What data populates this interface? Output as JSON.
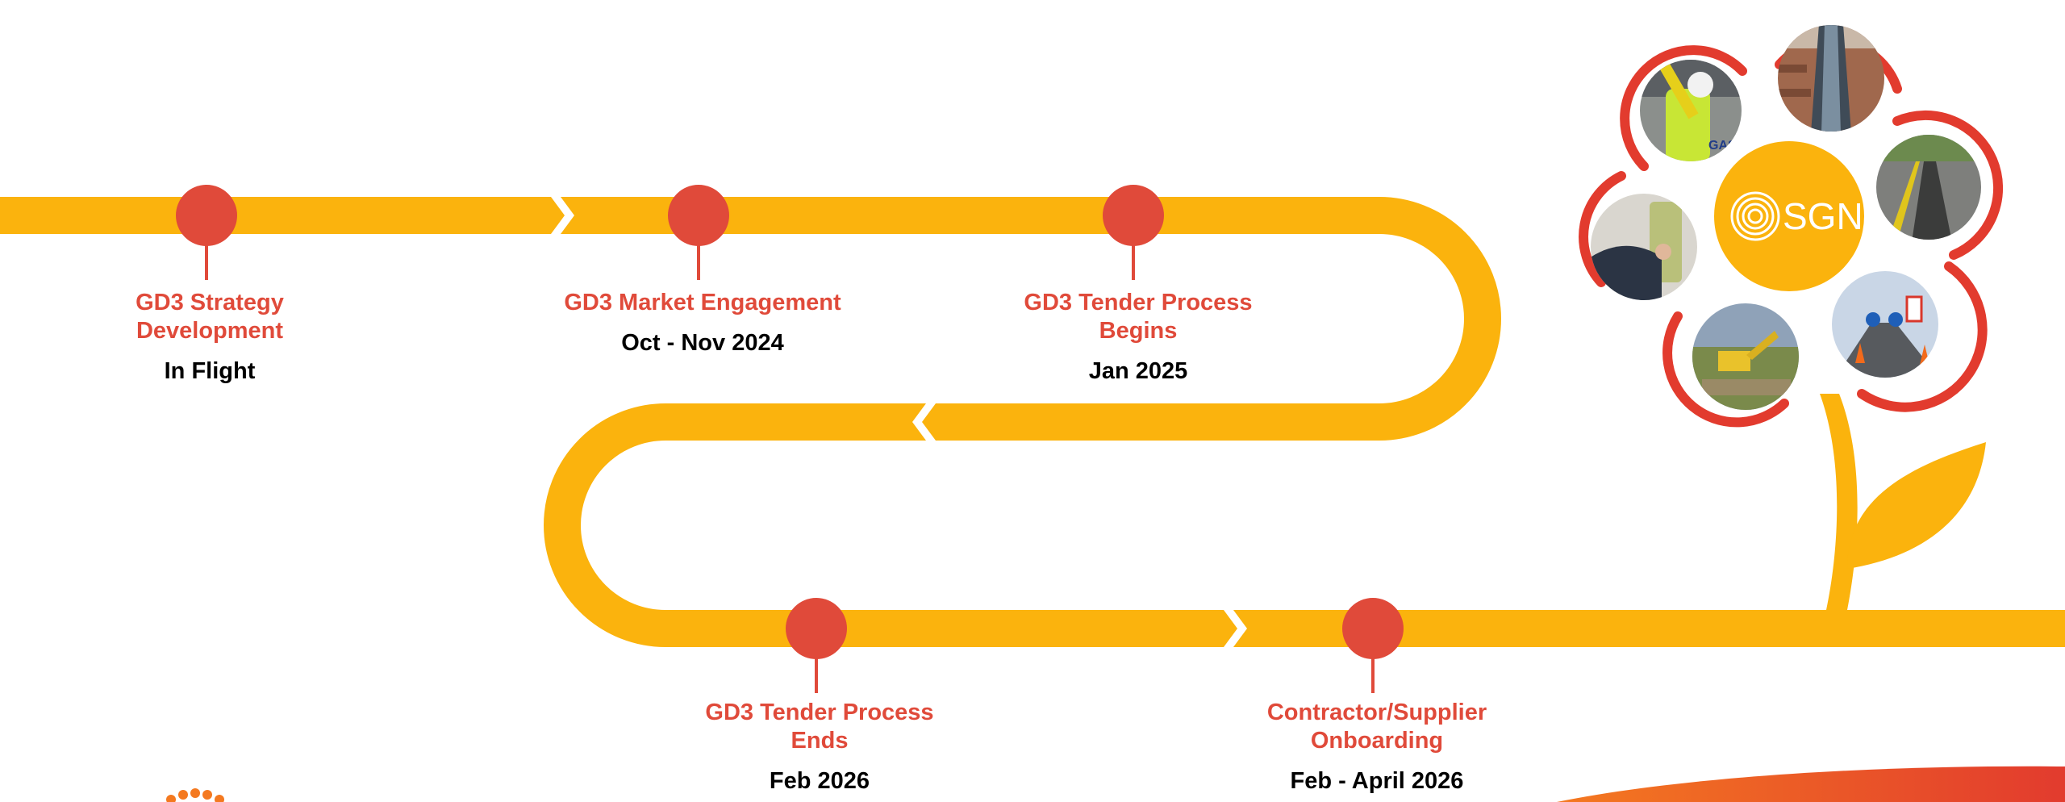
{
  "colors": {
    "road": "#fbb30d",
    "milestone": "#e04a3a",
    "date_text": "#000000",
    "frame": "#e23b2e",
    "corner_swoosh_start": "#f47920",
    "corner_swoosh_end": "#e23b2e"
  },
  "milestones": [
    {
      "title": "GD3 Strategy\nDevelopment",
      "date": "In Flight"
    },
    {
      "title": "GD3 Market Engagement",
      "date": "Oct - Nov 2024"
    },
    {
      "title": "GD3 Tender Process\nBegins",
      "date": "Jan 2025"
    },
    {
      "title": "GD3 Tender Process\nEnds",
      "date": "Feb 2026"
    },
    {
      "title": "Contractor/Supplier\nOnboarding",
      "date": "Feb - April 2026"
    }
  ],
  "flower": {
    "brand_name": "SGN",
    "center_icon": "sgn-logo-icon",
    "petal_photos": [
      {
        "icon": "gas-worker-photo",
        "badge": "GAS"
      },
      {
        "icon": "pipe-trench-photo"
      },
      {
        "icon": "road-repair-photo"
      },
      {
        "icon": "meter-reading-photo"
      },
      {
        "icon": "excavation-site-photo"
      },
      {
        "icon": "road-works-photo"
      }
    ]
  },
  "footer": {
    "left_logo_icon": "orange-dots-logo-icon",
    "right_decoration_icon": "orange-swoosh-icon"
  }
}
